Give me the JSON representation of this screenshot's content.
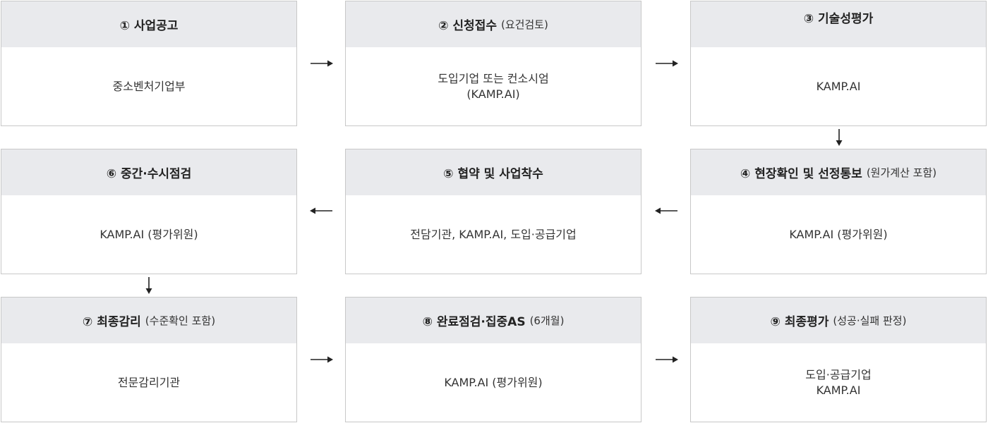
{
  "steps": [
    {
      "title": "① 사업공고",
      "sub": "",
      "lines": [
        "중소벤처기업부"
      ]
    },
    {
      "title": "② 신청접수",
      "sub": "(요건검토)",
      "lines": [
        "도입기업 또는 컨소시엄",
        "(KAMP.AI)"
      ]
    },
    {
      "title": "③ 기술성평가",
      "sub": "",
      "lines": [
        "KAMP.AI"
      ]
    },
    {
      "title": "④ 현장확인 및 선정통보",
      "sub": "(원가계산 포함)",
      "lines": [
        "KAMP.AI (평가위원)"
      ]
    },
    {
      "title": "⑤ 협약 및 사업착수",
      "sub": "",
      "lines": [
        "전담기관, KAMP.AI, 도입·공급기업"
      ]
    },
    {
      "title": "⑥ 중간·수시점검",
      "sub": "",
      "lines": [
        "KAMP.AI (평가위원)"
      ]
    },
    {
      "title": "⑦ 최종감리",
      "sub": "(수준확인 포함)",
      "lines": [
        "전문감리기관"
      ]
    },
    {
      "title": "⑧ 완료점검·집중AS",
      "sub": "(6개월)",
      "lines": [
        "KAMP.AI (평가위원)"
      ]
    },
    {
      "title": "⑨ 최종평가",
      "sub": "(성공·실패 판정)",
      "lines": [
        "도입·공급기업",
        "KAMP.AI"
      ]
    }
  ],
  "colors": {
    "header_bg": "#e9eaed",
    "border": "#c8c8c8",
    "arrow": "#222222"
  }
}
